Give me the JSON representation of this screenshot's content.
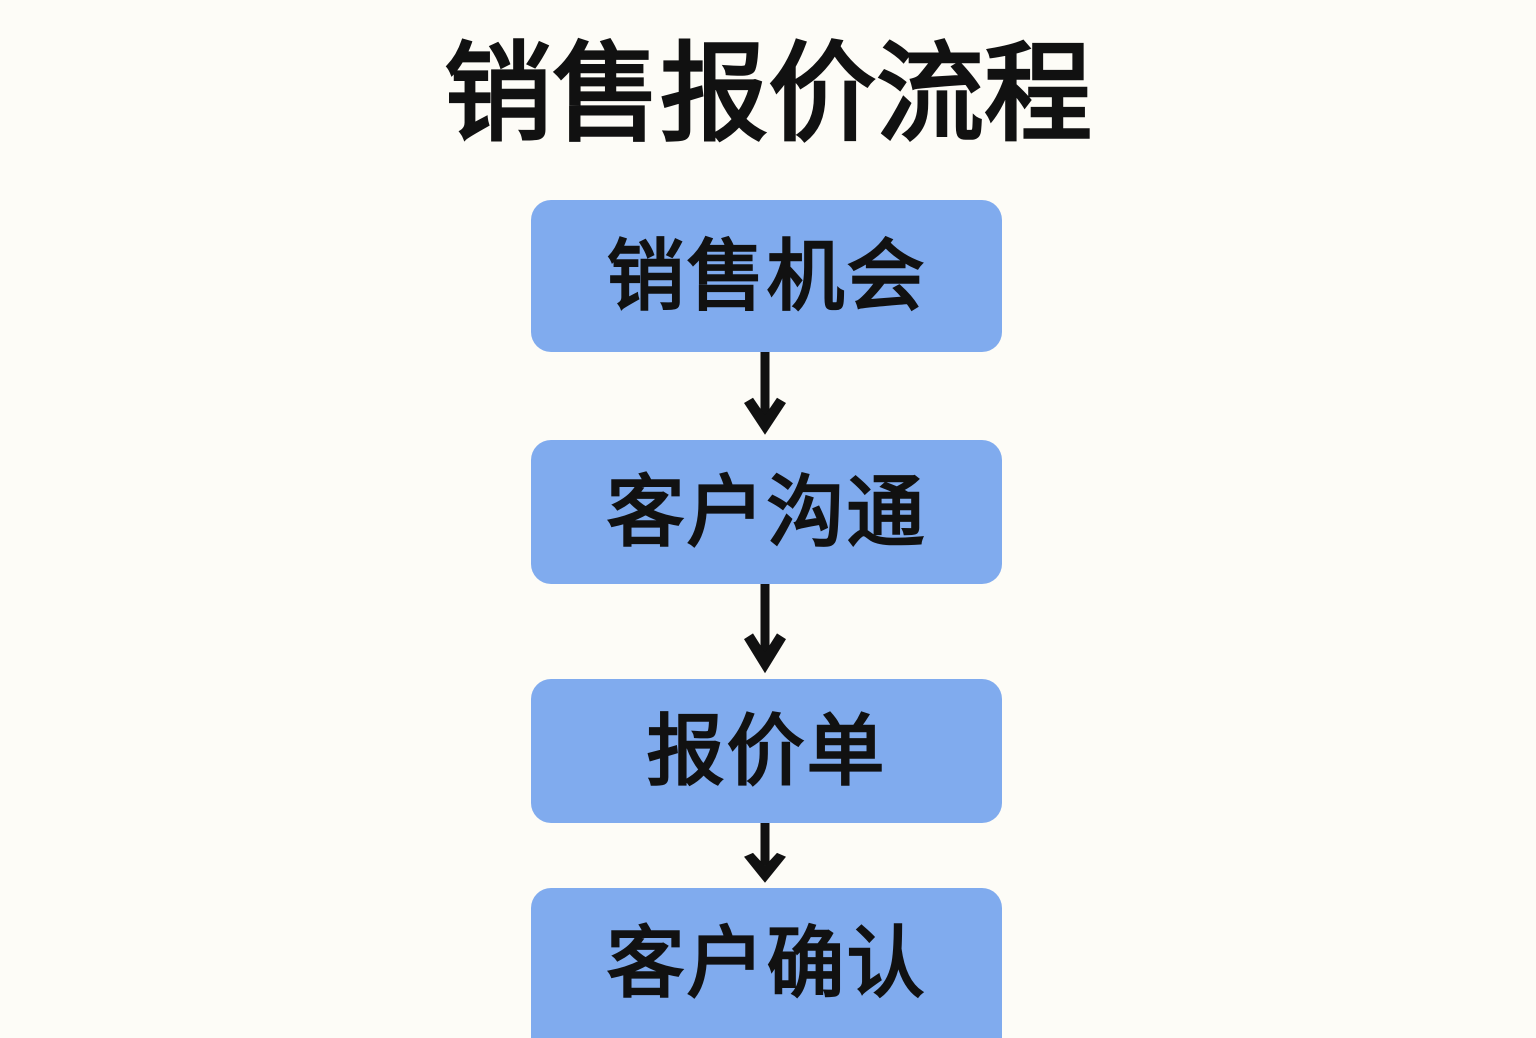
{
  "page": {
    "title": "销售报价流程",
    "background_color": "#fdfcf7",
    "text_color": "#111111"
  },
  "chart_data": {
    "type": "diagram",
    "diagram_type": "flowchart",
    "orientation": "top-to-bottom",
    "title": "销售报价流程",
    "node_fill_color": "#80abee",
    "node_text_color": "#111111",
    "connector_color": "#111111",
    "nodes": [
      {
        "id": "n1",
        "label": "销售机会",
        "order": 1
      },
      {
        "id": "n2",
        "label": "客户沟通",
        "order": 2
      },
      {
        "id": "n3",
        "label": "报价单",
        "order": 3
      },
      {
        "id": "n4",
        "label": "客户确认",
        "order": 4
      }
    ],
    "edges": [
      {
        "from": "n1",
        "to": "n2",
        "style": "solid-arrow"
      },
      {
        "from": "n2",
        "to": "n3",
        "style": "solid-arrow"
      },
      {
        "from": "n3",
        "to": "n4",
        "style": "solid-arrow"
      }
    ]
  }
}
